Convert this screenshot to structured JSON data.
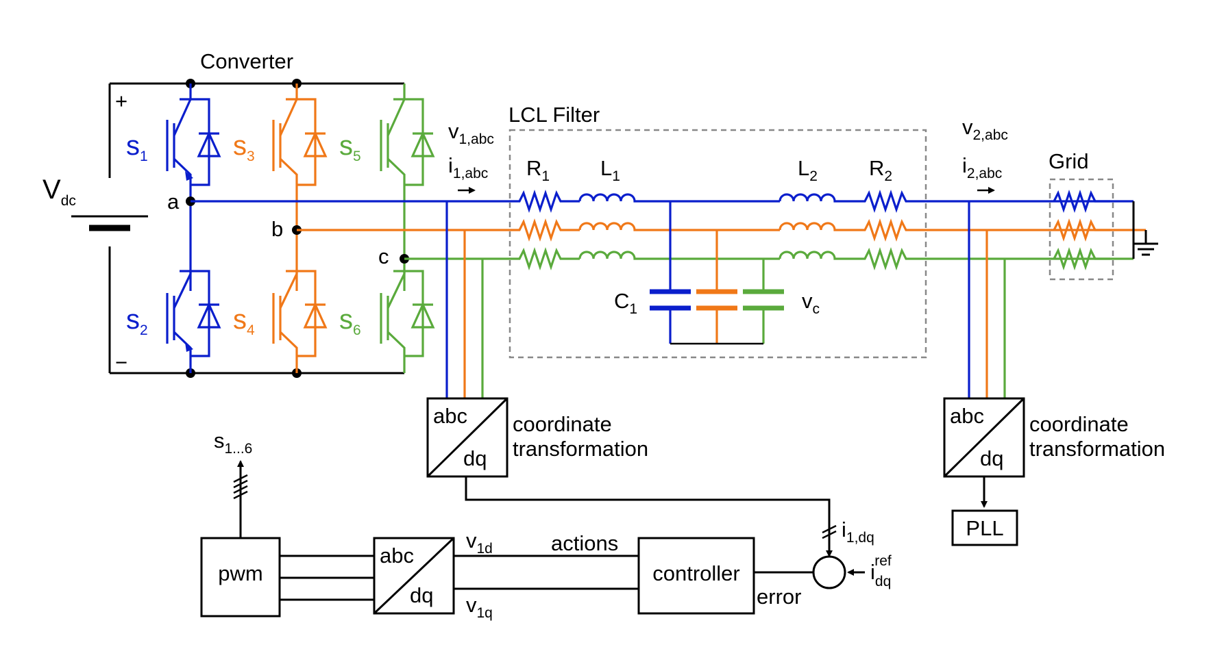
{
  "labels": {
    "converter": "Converter",
    "lcl_filter": "LCL Filter",
    "grid": "Grid",
    "plus": "+",
    "minus": "−",
    "vdc_main": "V",
    "vdc_sub": "dc",
    "node_a": "a",
    "node_b": "b",
    "node_c": "c",
    "s1_main": "s",
    "s1_sub": "1",
    "s2_main": "s",
    "s2_sub": "2",
    "s3_main": "s",
    "s3_sub": "3",
    "s4_main": "s",
    "s4_sub": "4",
    "s5_main": "s",
    "s5_sub": "5",
    "s6_main": "s",
    "s6_sub": "6",
    "v1abc_main": "v",
    "v1abc_sub": "1,abc",
    "i1abc_main": "i",
    "i1abc_sub": "1,abc",
    "v2abc_main": "v",
    "v2abc_sub": "2,abc",
    "i2abc_main": "i",
    "i2abc_sub": "2,abc",
    "r1_main": "R",
    "r1_sub": "1",
    "l1_main": "L",
    "l1_sub": "1",
    "l2_main": "L",
    "l2_sub": "2",
    "r2_main": "R",
    "r2_sub": "2",
    "c1_main": "C",
    "c1_sub": "1",
    "vc_main": "v",
    "vc_sub": "c",
    "abc": "abc",
    "dq": "dq",
    "coord_line1": "coordinate",
    "coord_line2": "transformation",
    "pll": "PLL",
    "s16_main": "s",
    "s16_sub": "1...6",
    "pwm": "pwm",
    "v1d_main": "v",
    "v1d_sub": "1d",
    "v1q_main": "v",
    "v1q_sub": "1q",
    "actions": "actions",
    "controller": "controller",
    "error": "error",
    "i1dq_main": "i",
    "i1dq_sub": "1,dq",
    "idqref_main": "i",
    "idqref_sub": "dq",
    "idqref_sup": "ref"
  },
  "colors": {
    "phase_a": "#0a1ecc",
    "phase_b": "#f07818",
    "phase_c": "#5aaa3c",
    "wire": "#000000",
    "dashed_box": "#888888"
  }
}
